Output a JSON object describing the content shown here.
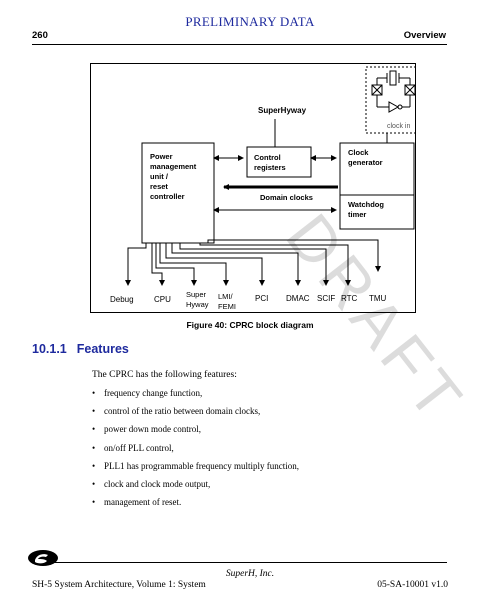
{
  "header": {
    "banner": "PRELIMINARY DATA",
    "page_number": "260",
    "section_name": "Overview"
  },
  "watermark": "DRAFT",
  "figure": {
    "caption": "Figure 40: CPRC block diagram",
    "labels": {
      "superhyway": "SuperHyway",
      "clock_in": "clock in",
      "power_line1": "Power",
      "power_line2": "management",
      "power_line3": "unit /",
      "power_line4": "reset",
      "power_line5": "controller",
      "control_line1": "Control",
      "control_line2": "registers",
      "clockgen_line1": "Clock",
      "clockgen_line2": "generator",
      "domain_clocks": "Domain clocks",
      "watchdog_line1": "Watchdog",
      "watchdog_line2": "timer"
    },
    "outputs": {
      "debug": "Debug",
      "cpu": "CPU",
      "super_line1": "Super",
      "super_line2": "Hyway",
      "lmi_line1": "LMI/",
      "lmi_line2": "FEMI",
      "pci": "PCI",
      "dmac": "DMAC",
      "scif": "SCIF",
      "rtc": "RTC",
      "tmu": "TMU"
    }
  },
  "section": {
    "number": "10.1.1",
    "title": "Features",
    "intro": "The CPRC has the following features:",
    "bullet_symbol": "•",
    "features": [
      "frequency change function,",
      "control of the ratio between domain clocks,",
      "power down mode control,",
      "on/off PLL control,",
      "PLL1 has programmable frequency multiply function,",
      "clock and clock mode output,",
      "management of reset."
    ]
  },
  "footer": {
    "company": "SuperH, Inc.",
    "document": "SH-5 System Architecture, Volume 1: System",
    "version": "05-SA-10001 v1.0"
  }
}
